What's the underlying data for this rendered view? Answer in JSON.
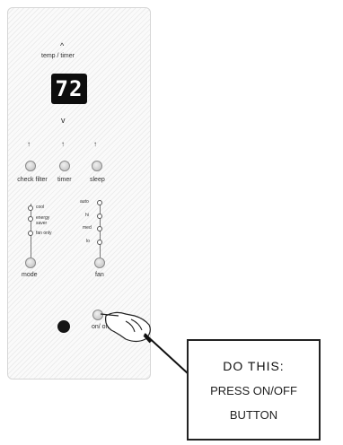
{
  "remote": {
    "temp_timer_label": "temp / timer",
    "display_value": "72",
    "up_arrow": "^",
    "down_arrow": "v",
    "top_buttons": [
      {
        "label": "check filter"
      },
      {
        "label": "timer"
      },
      {
        "label": "sleep"
      }
    ],
    "mode_options": [
      "cool",
      "energy saver",
      "fan only"
    ],
    "mode_label": "mode",
    "fan_options": [
      "auto",
      "hi",
      "med",
      "lo"
    ],
    "fan_label": "fan",
    "onoff_label": "on/ off"
  },
  "callout": {
    "heading": "DO THIS:",
    "line1": "PRESS ON/OFF",
    "line2": "BUTTON"
  }
}
